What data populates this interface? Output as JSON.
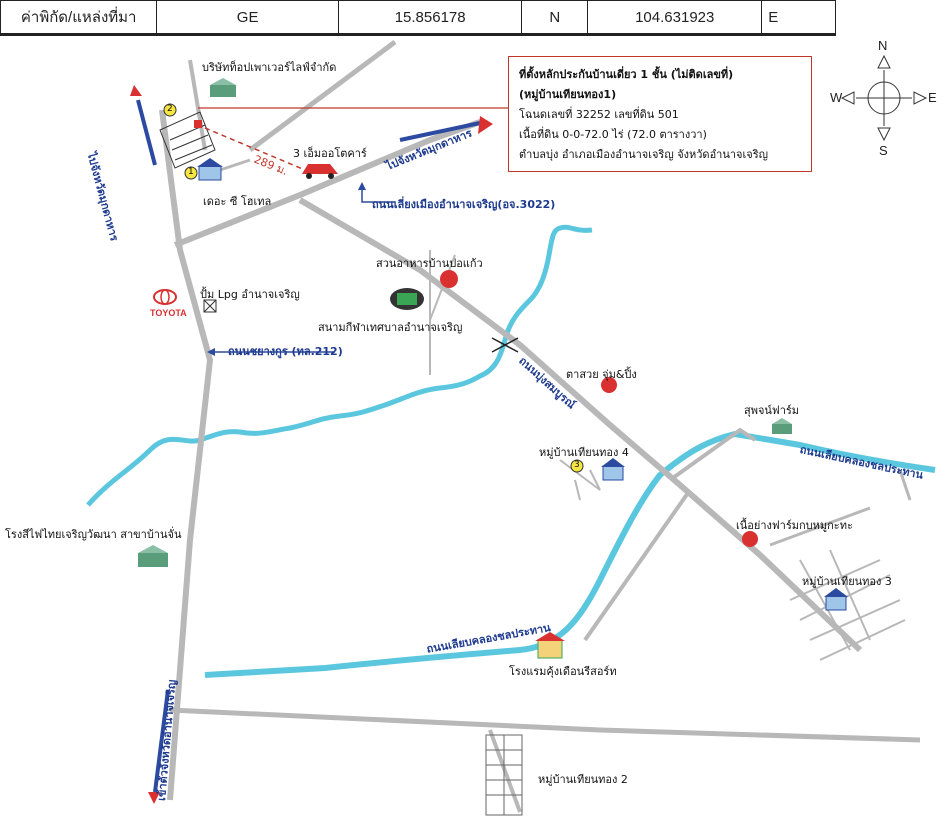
{
  "coord_row": {
    "label": "ค่าพิกัด/แหล่งที่มา",
    "source": "GE",
    "lat": "15.856178",
    "lat_dir": "N",
    "lon": "104.631923",
    "lon_dir": "E"
  },
  "info_box": {
    "line1": "ที่ตั้งหลักประกันบ้านเดี่ยว 1 ชั้น (ไม่ติดเลขที่)",
    "line2": "(หมู่บ้านเทียนทอง1)",
    "line3": "โฉนดเลขที่ 32252 เลขที่ดิน 501",
    "line4": "เนื้อที่ดิน 0-0-72.0 ไร่ (72.0 ตารางวา)",
    "line5": "ตำบลบุ่ง  อำเภอเมืองอำนาจเจริญ  จังหวัดอำนาจเจริญ"
  },
  "compass": {
    "n": "N",
    "s": "S",
    "e": "E",
    "w": "W"
  },
  "places": {
    "top_power": "บริษัทท็อปเพาเวอร์ไลฟ์จำกัด",
    "cars": "3 เอ็มออโตคาร์",
    "hotel": "เดอะ ซี โฮเทล",
    "restaurant": "สวนอาหารบ้านปอแก้ว",
    "lpg": "ปั้ม Lpg อำนาจเจริญ",
    "toyota": "TOYOTA",
    "stadium": "สนามกีฬาเทศบาลอำนาจเจริญ",
    "tasuay": "ตาสวย จุ่ม&ปิ้ง",
    "village4": "หมู่บ้านเทียนทอง 4",
    "supot_farm": "สุพจน์ฟาร์ม",
    "frog_farm": "เนื้อย่างฟาร์มกบหมูกะทะ",
    "village3": "หมู่บ้านเทียนทอง 3",
    "furniture": "โรงสีไฟไทยเจริญวัฒนา สาขาบ้านจั่น",
    "resort": "โรงแรมคุ้งเดือนรีสอร์ท",
    "village2": "หมู่บ้านเทียนทอง 2"
  },
  "roads": {
    "to_mukdahan_left": "ไปจังหวัดมุกดาหาร",
    "to_mukdahan_right": "ไปจังหวัดมุกดาหาร",
    "bypass": "ถนนเลี่ยงเมืองอำนาจเจริญ(อจ.3022)",
    "chayangkun": "ถนนชยางกูร (ทล.212)",
    "bungsomboon": "ถนนบุ่งสมบูรณ์",
    "canal_road_right": "ถนนเลียบคลองชลประทาน",
    "canal_road_left": "ถนนเลียบคลองชลประทาน",
    "to_city": "เข้าตัวจังหวัดอำนาจเจริญ",
    "distance": "289 ม."
  },
  "markers": {
    "m1": "1",
    "m2": "2",
    "m3": "3"
  }
}
